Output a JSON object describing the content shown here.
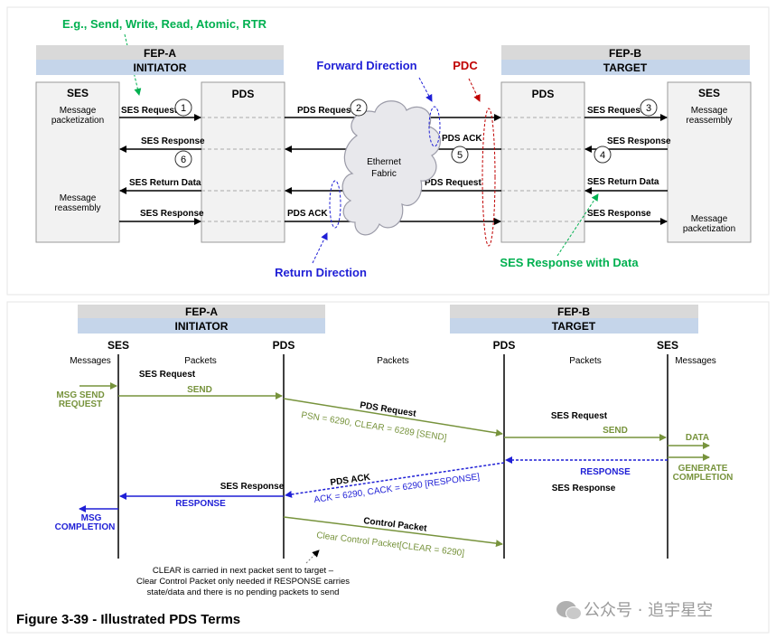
{
  "top": {
    "example_ops": "E.g., Send, Write, Read, Atomic, RTR",
    "fep_a": {
      "title": "FEP-A",
      "role": "INITIATOR"
    },
    "fep_b": {
      "title": "FEP-B",
      "role": "TARGET"
    },
    "ses": "SES",
    "pds": "PDS",
    "left_ses_top": [
      "Message",
      "packetization"
    ],
    "left_ses_bottom": [
      "Message",
      "reassembly"
    ],
    "right_ses_top": [
      "Message",
      "reassembly"
    ],
    "right_ses_bottom": [
      "Message",
      "packetization"
    ],
    "cloud": [
      "Ethernet",
      "Fabric"
    ],
    "forward_direction": "Forward Direction",
    "return_direction": "Return Direction",
    "pdc": "PDC",
    "ses_response_with_data": "SES Response with Data",
    "labels": {
      "ses_request": "SES Request",
      "ses_response": "SES Response",
      "ses_return_data": "SES Return Data",
      "pds_request": "PDS Request",
      "pds_ack": "PDS ACK"
    },
    "steps": [
      "1",
      "2",
      "3",
      "4",
      "5",
      "6"
    ]
  },
  "bottom": {
    "fep_a": {
      "title": "FEP-A",
      "role": "INITIATOR"
    },
    "fep_b": {
      "title": "FEP-B",
      "role": "TARGET"
    },
    "ses": "SES",
    "pds": "PDS",
    "messages": "Messages",
    "packets": "Packets",
    "msg_send_request": [
      "MSG SEND",
      "REQUEST"
    ],
    "ses_request_a": "SES Request",
    "send_a": "SEND",
    "pds_request": "PDS Request",
    "pds_request_detail": "PSN = 6290, CLEAR = 6289  [SEND]",
    "ses_request_b": "SES Request",
    "send_b": "SEND",
    "data": "DATA",
    "generate_completion": [
      "GENERATE",
      "COMPLETION"
    ],
    "response_b": "RESPONSE",
    "ses_response_b": "SES Response",
    "pds_ack": "PDS ACK",
    "pds_ack_detail": "ACK = 6290, CACK = 6290 [RESPONSE]",
    "ses_response_a": "SES Response",
    "response_a": "RESPONSE",
    "msg_completion": [
      "MSG",
      "COMPLETION"
    ],
    "control_packet": "Control Packet",
    "control_packet_detail": "Clear Control Packet[CLEAR = 6290]",
    "note": [
      "CLEAR is carried in next packet sent to target –",
      "Clear Control Packet only needed if RESPONSE carries",
      "state/data and there is no pending packets to send"
    ]
  },
  "caption": "Figure 3-39 - Illustrated PDS Terms",
  "watermark": "公众号 · 追宇星空",
  "colors": {
    "green": "#00b050",
    "olive": "#77933c",
    "blue": "#1f1fd6",
    "red": "#c00000",
    "box": "#f2f2f2",
    "header_gray": "#d9d9d9",
    "header_blue": "#c5d5ea"
  }
}
